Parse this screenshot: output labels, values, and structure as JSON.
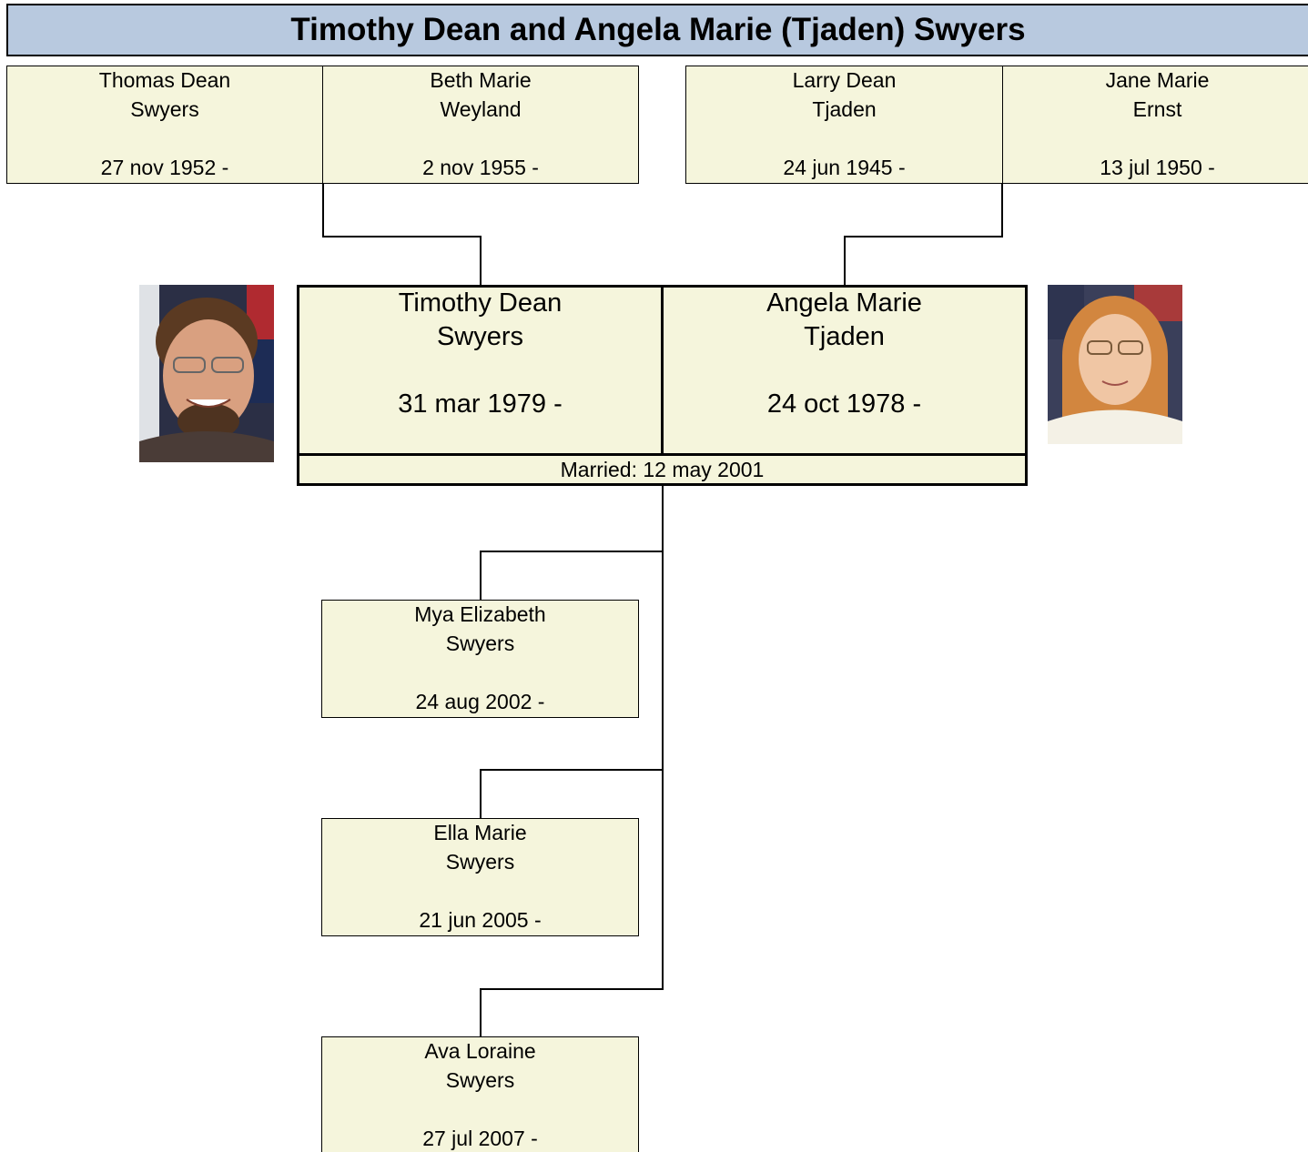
{
  "title": "Timothy Dean and Angela Marie (Tjaden) Swyers",
  "grandparents": [
    {
      "line1": "Thomas Dean",
      "line2": "Swyers",
      "dates": "27 nov 1952 -"
    },
    {
      "line1": "Beth Marie",
      "line2": "Weyland",
      "dates": "2 nov 1955 -"
    },
    {
      "line1": "Larry Dean",
      "line2": "Tjaden",
      "dates": "24 jun 1945 -"
    },
    {
      "line1": "Jane Marie",
      "line2": "Ernst",
      "dates": "13 jul 1950 -"
    }
  ],
  "couple": [
    {
      "line1": "Timothy Dean",
      "line2": "Swyers",
      "dates": "31 mar 1979 -",
      "photo_icon": "man-portrait-icon"
    },
    {
      "line1": "Angela Marie",
      "line2": "Tjaden",
      "dates": "24 oct 1978 -",
      "photo_icon": "woman-portrait-icon"
    }
  ],
  "married": "Married: 12 may 2001",
  "children": [
    {
      "line1": "Mya Elizabeth",
      "line2": "Swyers",
      "dates": "24 aug 2002 -"
    },
    {
      "line1": "Ella Marie",
      "line2": "Swyers",
      "dates": "21 jun 2005 -"
    },
    {
      "line1": "Ava Loraine",
      "line2": "Swyers",
      "dates": "27 jul 2007 -"
    }
  ],
  "colors": {
    "title_bg": "#b8c9df",
    "box_bg": "#f5f5dc",
    "line": "#000000"
  }
}
